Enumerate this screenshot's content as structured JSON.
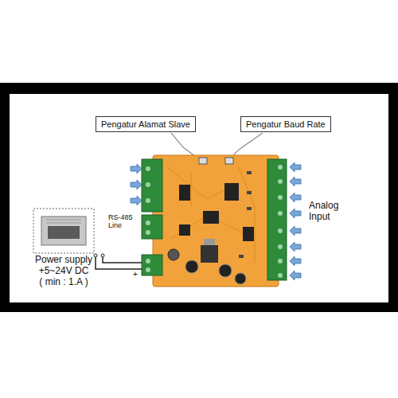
{
  "diagram": {
    "nodes": [
      {
        "text": [
          "Pengatur Alamat Slave"
        ]
      },
      {
        "text": [
          "Pengatur Baud Rate"
        ]
      }
    ],
    "labels": [
      "Analog Input",
      "RS-485 Line",
      "Power supply",
      "+5~24V DC",
      "( min : 1.A )",
      "+"
    ]
  }
}
